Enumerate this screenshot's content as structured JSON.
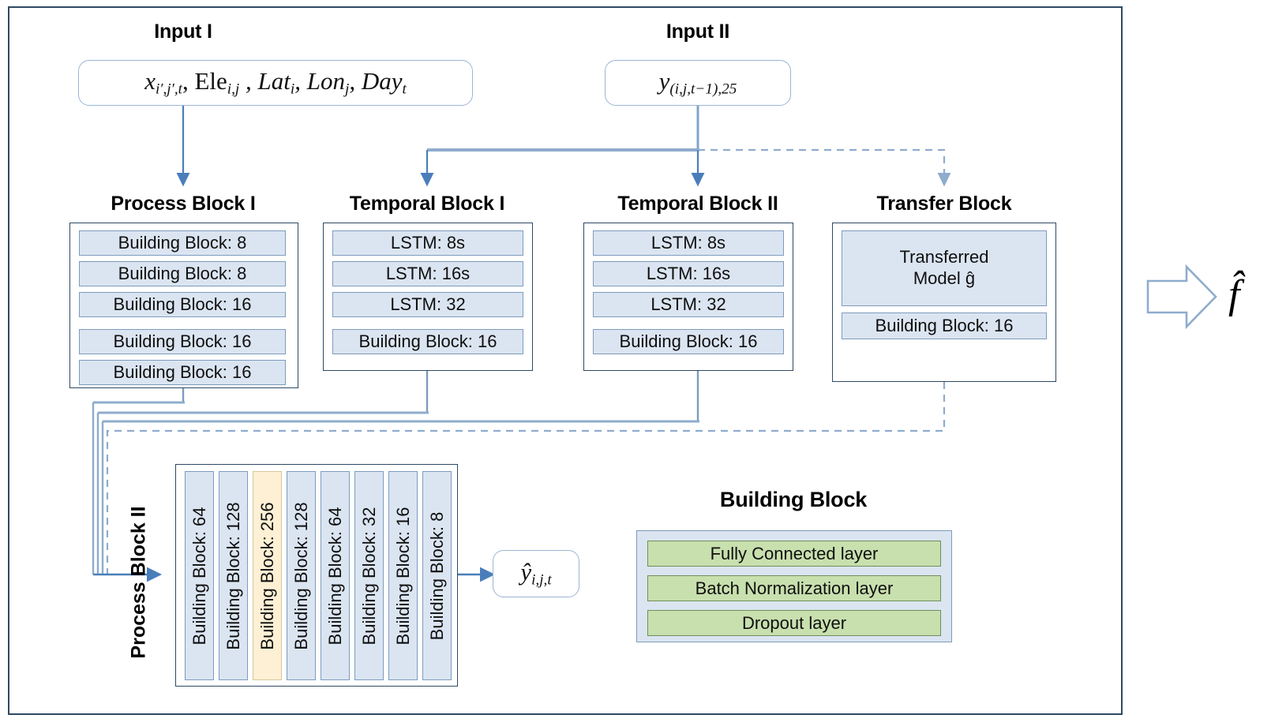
{
  "figure": {
    "title_input1": "Input I",
    "title_input2": "Input II",
    "input1_formula": "x",
    "input1_sub1": "i′,j′,t",
    "input1_mid": ", Ele",
    "input1_sub2": "i,j",
    "input1_rest": " , Lat",
    "input1_sub3": "i",
    "input1_rest2": ", Lon",
    "input1_sub4": "j",
    "input1_rest3": ", Day",
    "input1_sub5": "t",
    "input2_formula": "y",
    "input2_sub": "(i,j,t−1),25",
    "output_formula": "ŷ",
    "output_sub": "i,j,t",
    "final_output": "f̂"
  },
  "blocks": {
    "process_block_1": {
      "title": "Process Block I",
      "cells": [
        "Building Block: 8",
        "Building Block: 8",
        "Building Block: 16",
        "Building Block: 16",
        "Building Block: 16"
      ]
    },
    "temporal_block_1": {
      "title": "Temporal Block I",
      "cells": [
        "LSTM: 8s",
        "LSTM: 16s",
        "LSTM: 32",
        "Building Block: 16"
      ]
    },
    "temporal_block_2": {
      "title": "Temporal Block II",
      "cells": [
        "LSTM: 8s",
        "LSTM: 16s",
        "LSTM: 32",
        "Building Block: 16"
      ]
    },
    "transfer_block": {
      "title": "Transfer Block",
      "model_line1": "Transferred",
      "model_line2": "Model ĝ",
      "cells": [
        "Building Block: 16"
      ]
    },
    "process_block_2": {
      "title": "Process Block II",
      "cells": [
        "Building Block: 64",
        "Building Block: 128",
        "Building Block: 256",
        "Building Block: 128",
        "Building Block: 64",
        "Building Block: 32",
        "Building Block: 16",
        "Building Block: 8"
      ],
      "highlight_index": 2
    },
    "building_block_legend": {
      "title": "Building Block",
      "cells": [
        "Fully Connected layer",
        "Batch Normalization layer",
        "Dropout layer"
      ]
    }
  },
  "colors": {
    "cell_fill": "#dbe5f1",
    "cell_border": "#7d9bbd",
    "accent_fill": "#fdf0d4",
    "green_fill": "#c8dfae",
    "wire": "#4a7ebb",
    "wire_thick": "#8faccd",
    "outer_border": "#2e4963"
  }
}
